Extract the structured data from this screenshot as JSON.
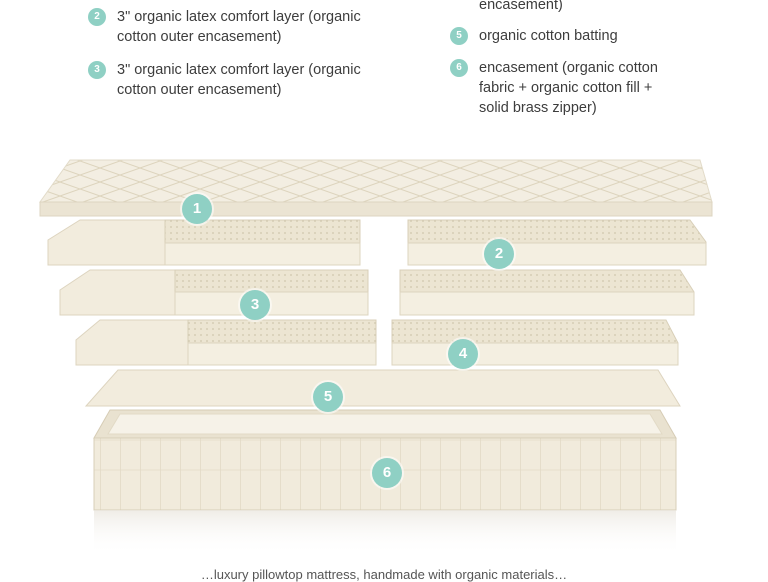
{
  "legend": {
    "item2": {
      "number": "2",
      "text": "3\" organic latex comfort layer (organic cotton outer encasement)"
    },
    "item3": {
      "number": "3",
      "text": "3\" organic latex comfort layer (organic cotton outer encasement)"
    },
    "item4_tail": "encasement)",
    "item5": {
      "number": "5",
      "text": "organic cotton batting"
    },
    "item6": {
      "number": "6",
      "text": "encasement (organic cotton fabric + organic cotton fill + solid brass zipper)"
    }
  },
  "badges": [
    "1",
    "2",
    "3",
    "4",
    "5",
    "6"
  ],
  "footer": "…luxury pillowtop mattress, handmade with organic materials…",
  "colors": {
    "accent": "#8fd0c4",
    "latex": "#efe8d6",
    "cotton": "#f4efe2"
  }
}
